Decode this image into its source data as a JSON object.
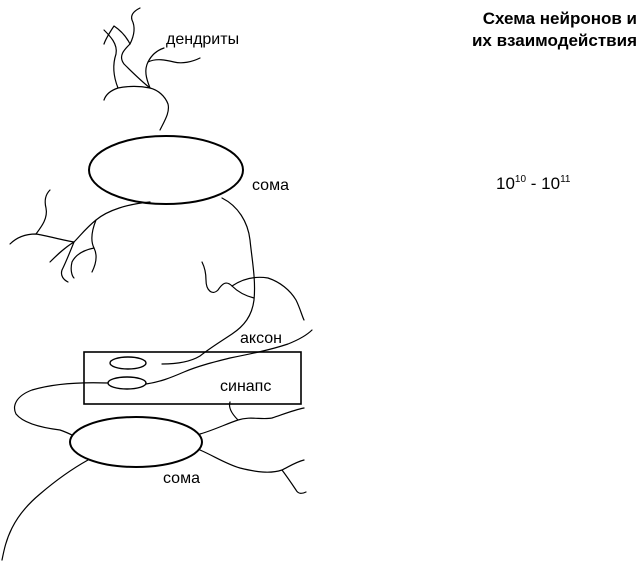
{
  "title": {
    "line1": "Схема нейронов и",
    "line2": "их взаимодействия"
  },
  "labels": {
    "dendrites": "дендриты",
    "soma_top": "сома",
    "axon": "аксон",
    "synapse": "синапс",
    "soma_bottom": "сома"
  },
  "neuron_count": {
    "low_base": "10",
    "low_exp": "10",
    "separator": " - ",
    "high_base": "10",
    "high_exp": "11"
  }
}
